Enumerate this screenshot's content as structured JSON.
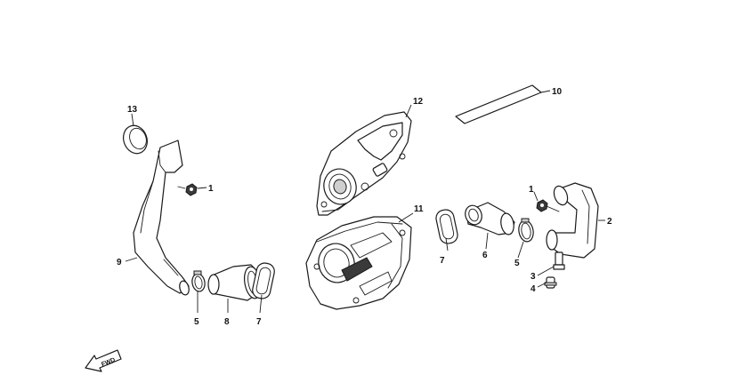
{
  "diagram": {
    "callouts": {
      "c1a": "1",
      "c1b": "1",
      "c2": "2",
      "c3": "3",
      "c4": "4",
      "c5a": "5",
      "c5b": "5",
      "c6": "6",
      "c7a": "7",
      "c7b": "7",
      "c8": "8",
      "c9": "9",
      "c10": "10",
      "c11": "11",
      "c12": "12",
      "c13": "13"
    },
    "fwd_label": "FWD"
  }
}
